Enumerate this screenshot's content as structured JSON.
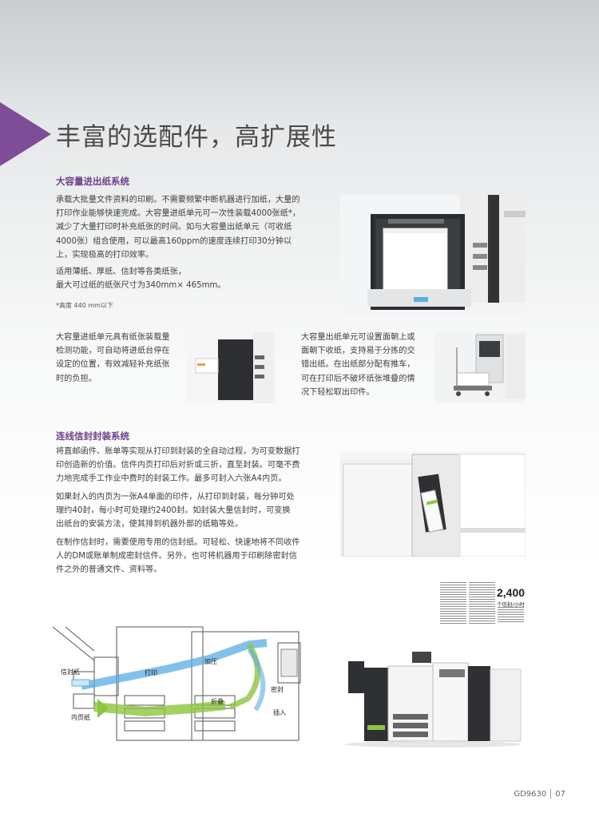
{
  "page": {
    "title": "丰富的选配件，高扩展性",
    "footer_model": "GD9630",
    "footer_page": "07"
  },
  "section1": {
    "heading": "大容量进出纸系统",
    "para1_lines": [
      "承载大批量文件资料的印刷。不需要频繁中断机器进行加纸，大量的",
      "打印作业能够快速完成。大容量进纸单元可一次性装载4000张纸*，",
      "减少了大量打印时补充纸张的时间。如与大容量出纸单元（可收纸",
      "4000张）组合使用，可以最高160ppm的速度连续打印30分钟以",
      "上，实现极高的打印效率。"
    ],
    "para2_lines": [
      "适用薄纸、厚纸、信封等各类纸张，",
      "最大可过纸的纸张尺寸为340mm× 465mm。"
    ],
    "note": "*高度 440 mm以下",
    "feature_left_lines": [
      "大容量进纸单元具有纸张装载量",
      "检测功能，可自动将进纸台停在",
      "设定的位置，有效减轻补充纸张",
      "时的负担。"
    ],
    "feature_right_lines": [
      "大容量出纸单元可设置面朝上或",
      "面朝下收纸，支持易于分拣的交",
      "错出纸。在出纸部分配有推车，",
      "可在打印后不破坏纸张堆叠的情",
      "况下轻松取出印件。"
    ]
  },
  "section2": {
    "heading": "连线信封封装系统",
    "para1_lines": [
      "将直邮函件、账单等实现从打印到封装的全自动过程，为可变数据打",
      "印创造新的价值。信件内页打印后对折或三折，直至封装。可毫不费",
      "力地完成手工作业中费时的封装工作。最多可封入六张A4内页。"
    ],
    "para2_lines": [
      "如果封入的内页为一张A4单面的印件，从打印到封装，每分钟可处",
      "理约40封，每小时可处理约2400封。如封装大量信封时，可变换",
      "出纸台的安装方法，使其排到机器外部的纸箱等处。"
    ],
    "para3_lines": [
      "在制作信封时，需要使用专用的信封纸。可轻松、快速地将不同收件",
      "人的DM或账单制成密封信件。另外，也可将机器用于印刷除密封信",
      "件之外的普通文件、资料等。"
    ],
    "stat_value": "2,400",
    "stat_unit": "个信封/小时"
  },
  "diagram": {
    "labels": {
      "envelope_paper": "信封纸",
      "insert_paper": "内页纸",
      "print": "打印",
      "press": "加压",
      "fold": "折叠",
      "seal": "密封",
      "insert": "插入"
    },
    "colors": {
      "print_flow": "#5aaee0",
      "insert_flow": "#8cc63f",
      "accent": "#7e4d98"
    }
  }
}
